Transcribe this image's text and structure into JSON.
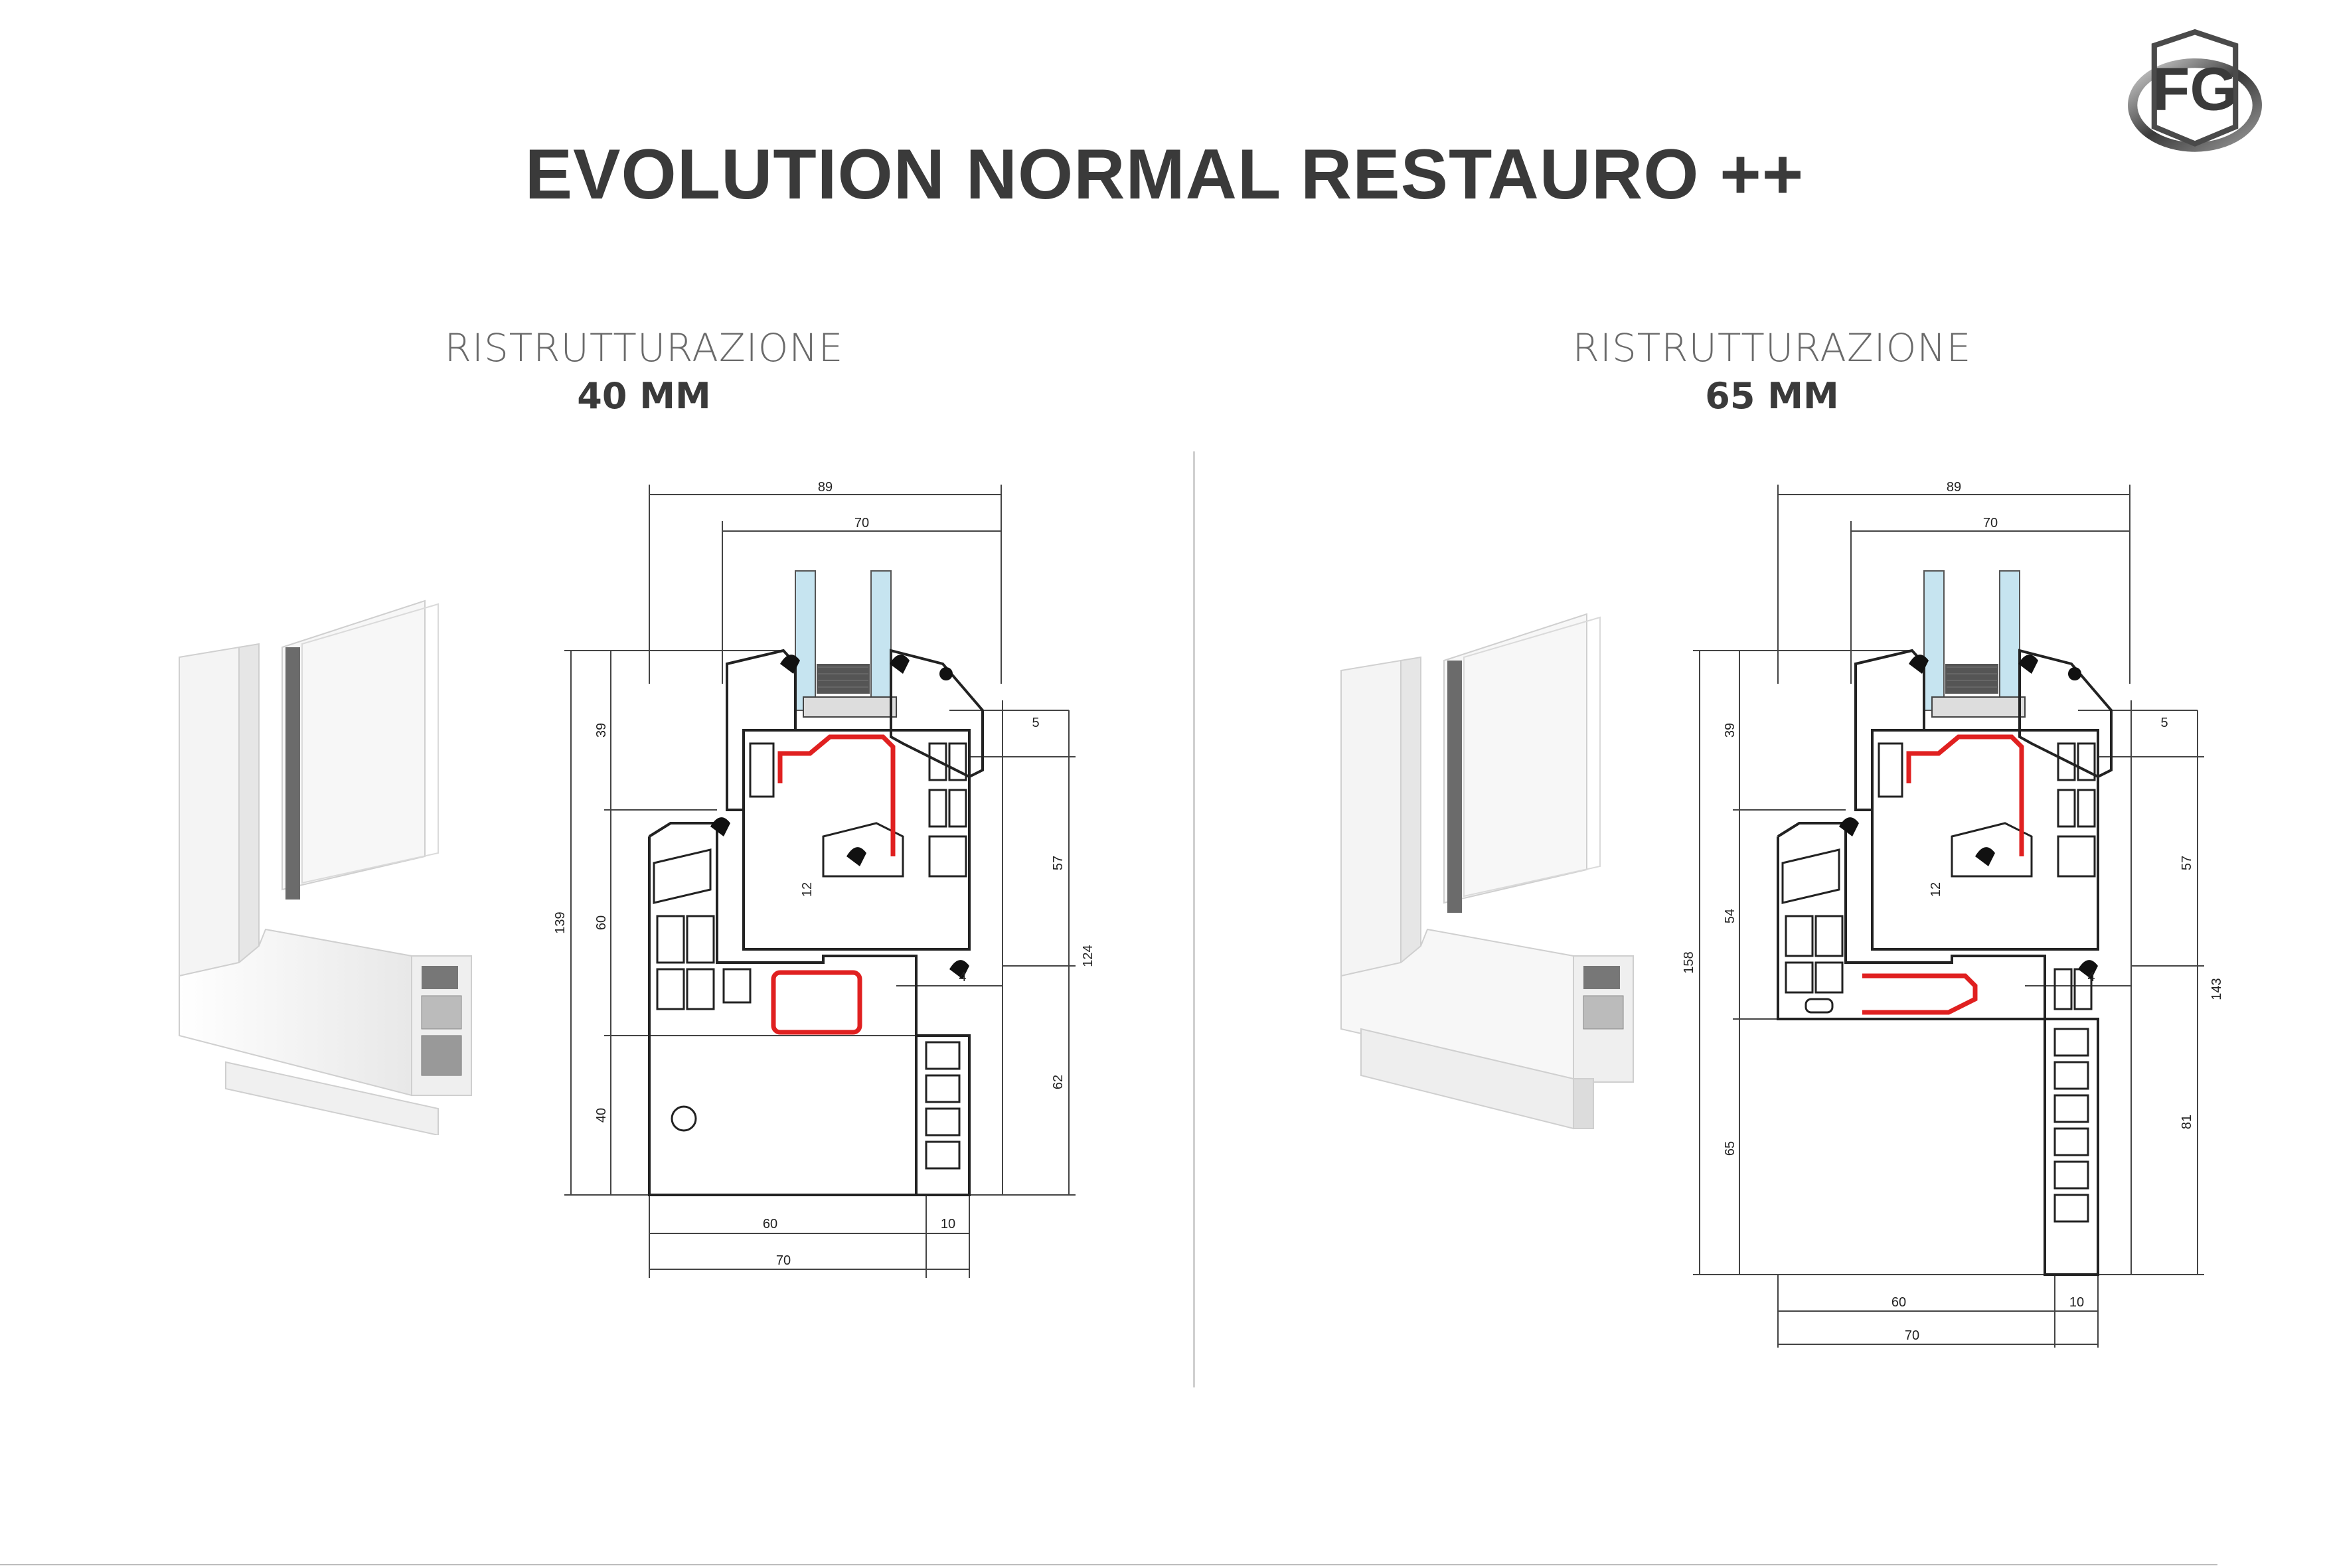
{
  "title": "EVOLUTION NORMAL RESTAURO ++",
  "brand": {
    "logo_text": "FG",
    "icon": "fg-logo-icon"
  },
  "columns": [
    {
      "label": "RISTRUTTURAZIONE",
      "value": "40 MM",
      "dims": {
        "top_outer": "89",
        "top_inner": "70",
        "right_glass": "5",
        "right_mid": "57",
        "right_total": "124",
        "right_low": "62",
        "left_top": "39",
        "left_mid": "60",
        "left_low": "40",
        "left_total": "139",
        "inner_12": "12",
        "inner_4": "4",
        "bottom_60": "60",
        "bottom_10": "10",
        "bottom_70": "70"
      }
    },
    {
      "label": "RISTRUTTURAZIONE",
      "value": "65 MM",
      "dims": {
        "top_outer": "89",
        "top_inner": "70",
        "right_glass": "5",
        "right_mid": "57",
        "right_total": "143",
        "right_low": "81",
        "left_top": "39",
        "left_mid": "54",
        "left_low": "65",
        "left_total": "158",
        "inner_12": "12",
        "inner_4": "4",
        "bottom_60": "60",
        "bottom_10": "10",
        "bottom_70": "70"
      }
    }
  ],
  "colors": {
    "profile": "#222222",
    "reinforcement": "#e02020",
    "glass": "#bfe0ee",
    "dim_line": "#444444"
  }
}
